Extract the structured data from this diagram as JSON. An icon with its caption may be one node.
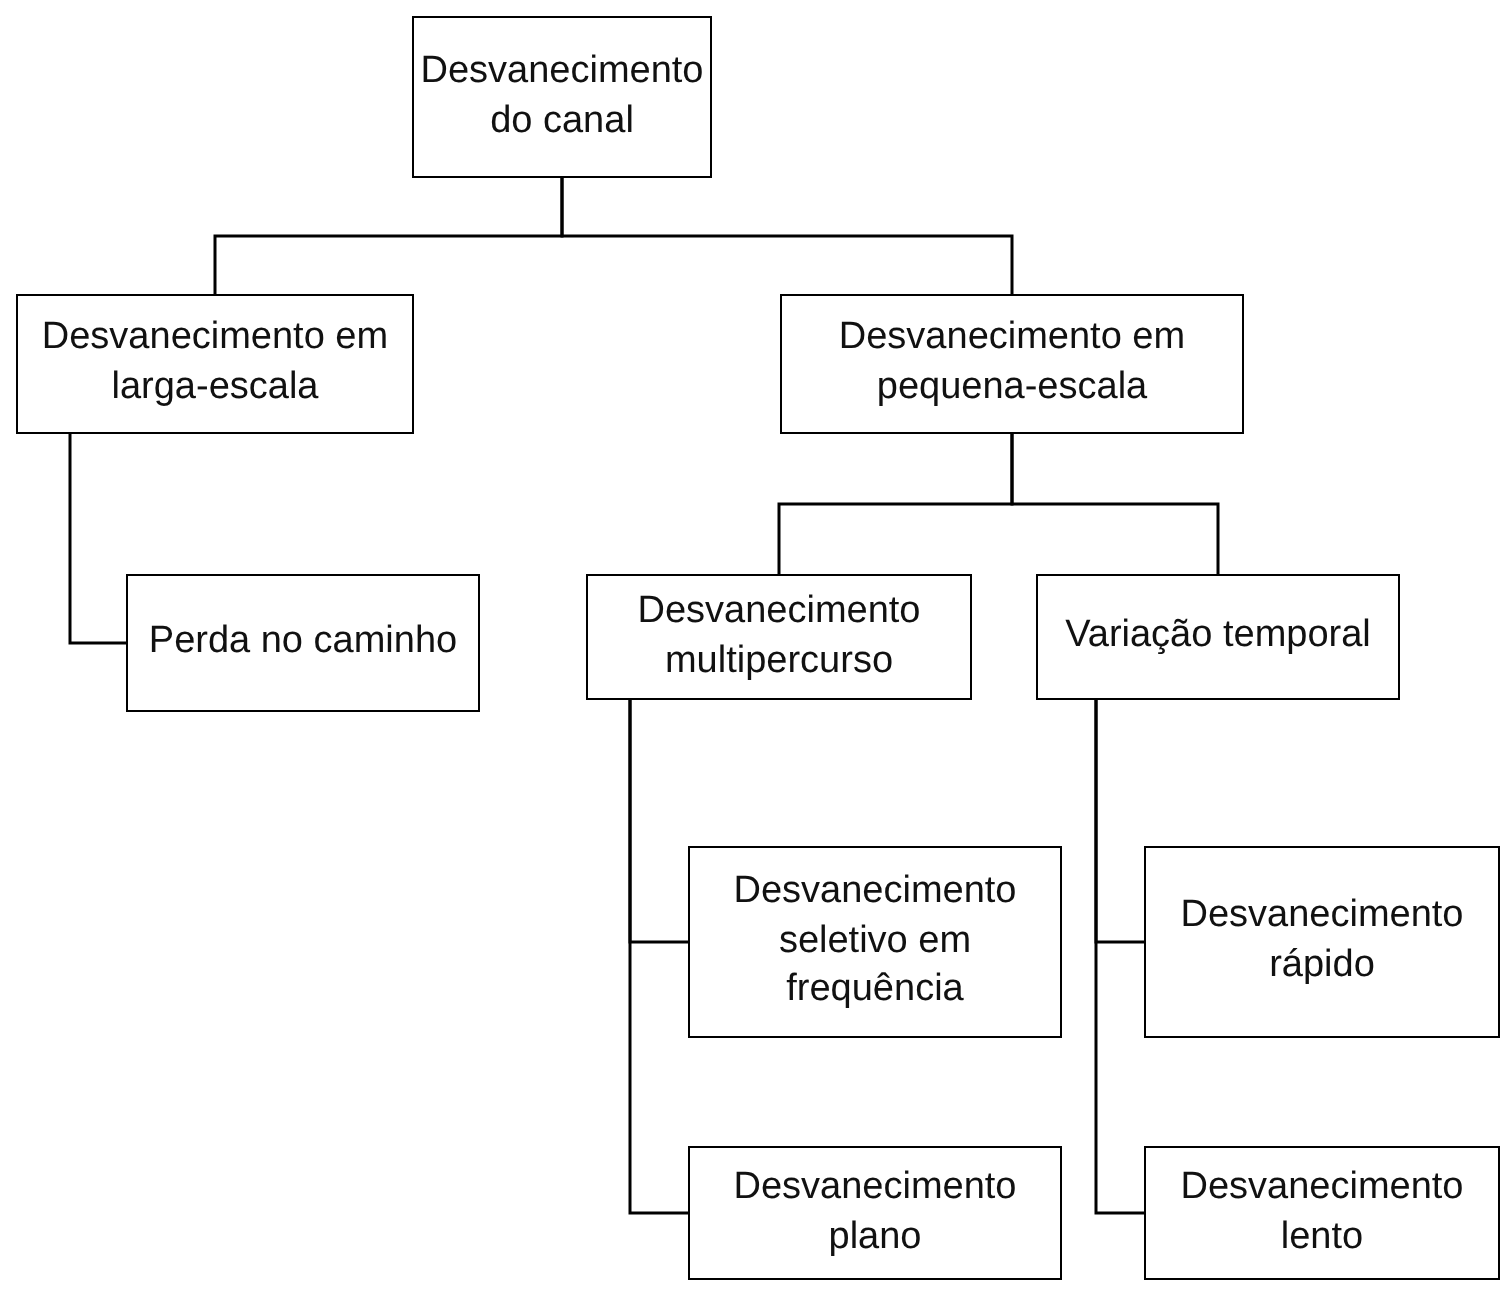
{
  "diagram": {
    "nodes": [
      {
        "text": [
          "Desvanecimento do canal"
        ]
      },
      {
        "text": [
          "Desvanecimento em larga-escala"
        ]
      },
      {
        "text": [
          "Desvanecimento em pequena-escala"
        ]
      },
      {
        "text": [
          "Perda no caminho"
        ]
      },
      {
        "text": [
          "Desvanecimento multipercurso"
        ]
      },
      {
        "text": [
          "Variação temporal"
        ]
      },
      {
        "text": [
          "Desvanecimento seletivo em frequência"
        ]
      },
      {
        "text": [
          "Desvanecimento plano"
        ]
      },
      {
        "text": [
          "Desvanecimento rápido"
        ]
      },
      {
        "text": [
          "Desvanecimento lento"
        ]
      }
    ],
    "edges": [
      {
        "from": 0,
        "to": 1,
        "arrow": "none"
      },
      {
        "from": 0,
        "to": 2,
        "arrow": "none"
      },
      {
        "from": 1,
        "to": 3,
        "arrow": "none"
      },
      {
        "from": 2,
        "to": 4,
        "arrow": "none"
      },
      {
        "from": 2,
        "to": 5,
        "arrow": "none"
      },
      {
        "from": 4,
        "to": 6,
        "arrow": "none"
      },
      {
        "from": 4,
        "to": 7,
        "arrow": "none"
      },
      {
        "from": 5,
        "to": 8,
        "arrow": "none"
      },
      {
        "from": 5,
        "to": 9,
        "arrow": "none"
      }
    ]
  }
}
